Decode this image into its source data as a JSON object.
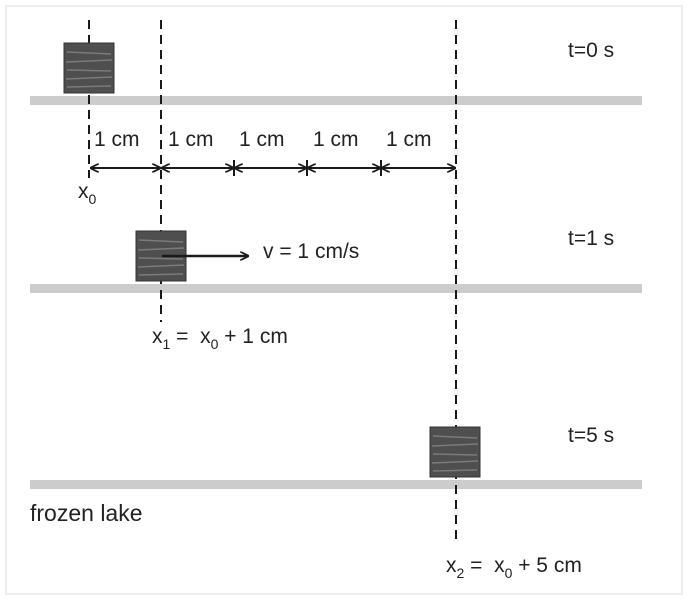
{
  "time_labels": {
    "t0": "t=0 s",
    "t1": "t=1 s",
    "t5": "t=5 s"
  },
  "scale_segments": [
    "1 cm",
    "1 cm",
    "1 cm",
    "1 cm",
    "1 cm"
  ],
  "positions": {
    "x0": {
      "base": "x",
      "sub": "0"
    },
    "x1": {
      "base": "x",
      "sub": "1",
      "eq": " =  ",
      "rhs_base": "x",
      "rhs_sub": "0",
      "rhs_tail": " + 1 cm"
    },
    "x2": {
      "base": "x",
      "sub": "2",
      "eq": " =  ",
      "rhs_base": "x",
      "rhs_sub": "0",
      "rhs_tail": " + 5 cm"
    }
  },
  "velocity_label": "v =  1 cm/s",
  "surface_label": "frozen lake",
  "colors": {
    "ice_track": "#cccccc",
    "block": "#4f4f4f",
    "block_grain": "#7b7b7b",
    "ink": "#1a1a1a"
  },
  "icons": {
    "block": "wooden-block-icon",
    "velocity_arrow": "right-arrow-icon"
  }
}
